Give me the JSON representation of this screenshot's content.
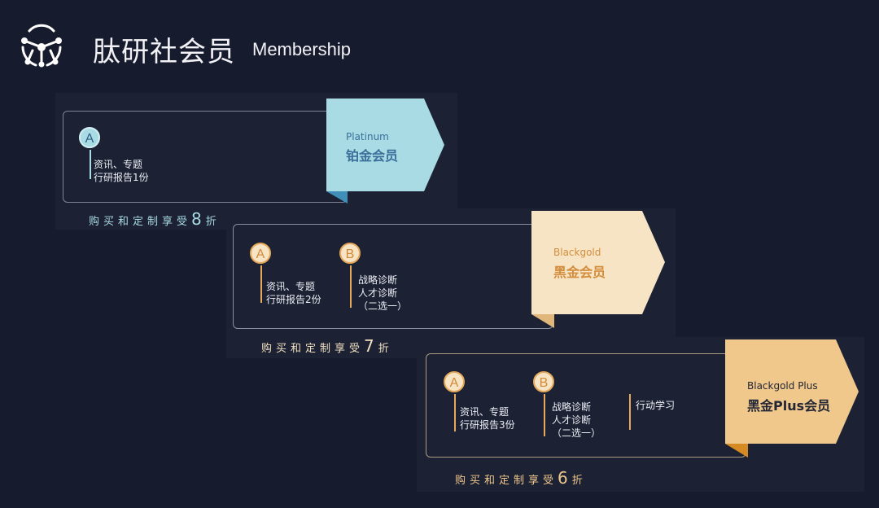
{
  "header": {
    "title_cn": "肽研社会员",
    "title_en": "Membership"
  },
  "colors": {
    "background": "#171b2e",
    "platinum": "#a8dbe4",
    "platinum_text": "#3b6f9a",
    "blackgold": "#f6e4c4",
    "blackgold_text": "#d38d3c",
    "plus": "#f0c88c",
    "plus_text": "#232634"
  },
  "tiers": [
    {
      "tag_en": "Platinum",
      "tag_cn": "铂金会员",
      "features": [
        {
          "letter": "A",
          "text": [
            "资讯、专题",
            "行研报告1份"
          ]
        }
      ],
      "discount_prefix": "购买和定制享受",
      "discount_num": "8",
      "discount_suffix": "折"
    },
    {
      "tag_en": "Blackgold",
      "tag_cn": "黑金会员",
      "features": [
        {
          "letter": "A",
          "text": [
            "资讯、专题",
            "行研报告2份"
          ]
        },
        {
          "letter": "B",
          "text": [
            "战略诊断",
            "人才诊断",
            "（二选一）"
          ]
        }
      ],
      "discount_prefix": "购买和定制享受",
      "discount_num": "7",
      "discount_suffix": "折"
    },
    {
      "tag_en": "Blackgold Plus",
      "tag_cn": "黑金Plus会员",
      "features": [
        {
          "letter": "A",
          "text": [
            "资讯、专题",
            "行研报告3份"
          ]
        },
        {
          "letter": "B",
          "text": [
            "战略诊断",
            "人才诊断",
            "（二选一）"
          ]
        },
        {
          "letter": "",
          "text": [
            "行动学习"
          ]
        }
      ],
      "discount_prefix": "购买和定制享受",
      "discount_num": "6",
      "discount_suffix": "折"
    }
  ]
}
